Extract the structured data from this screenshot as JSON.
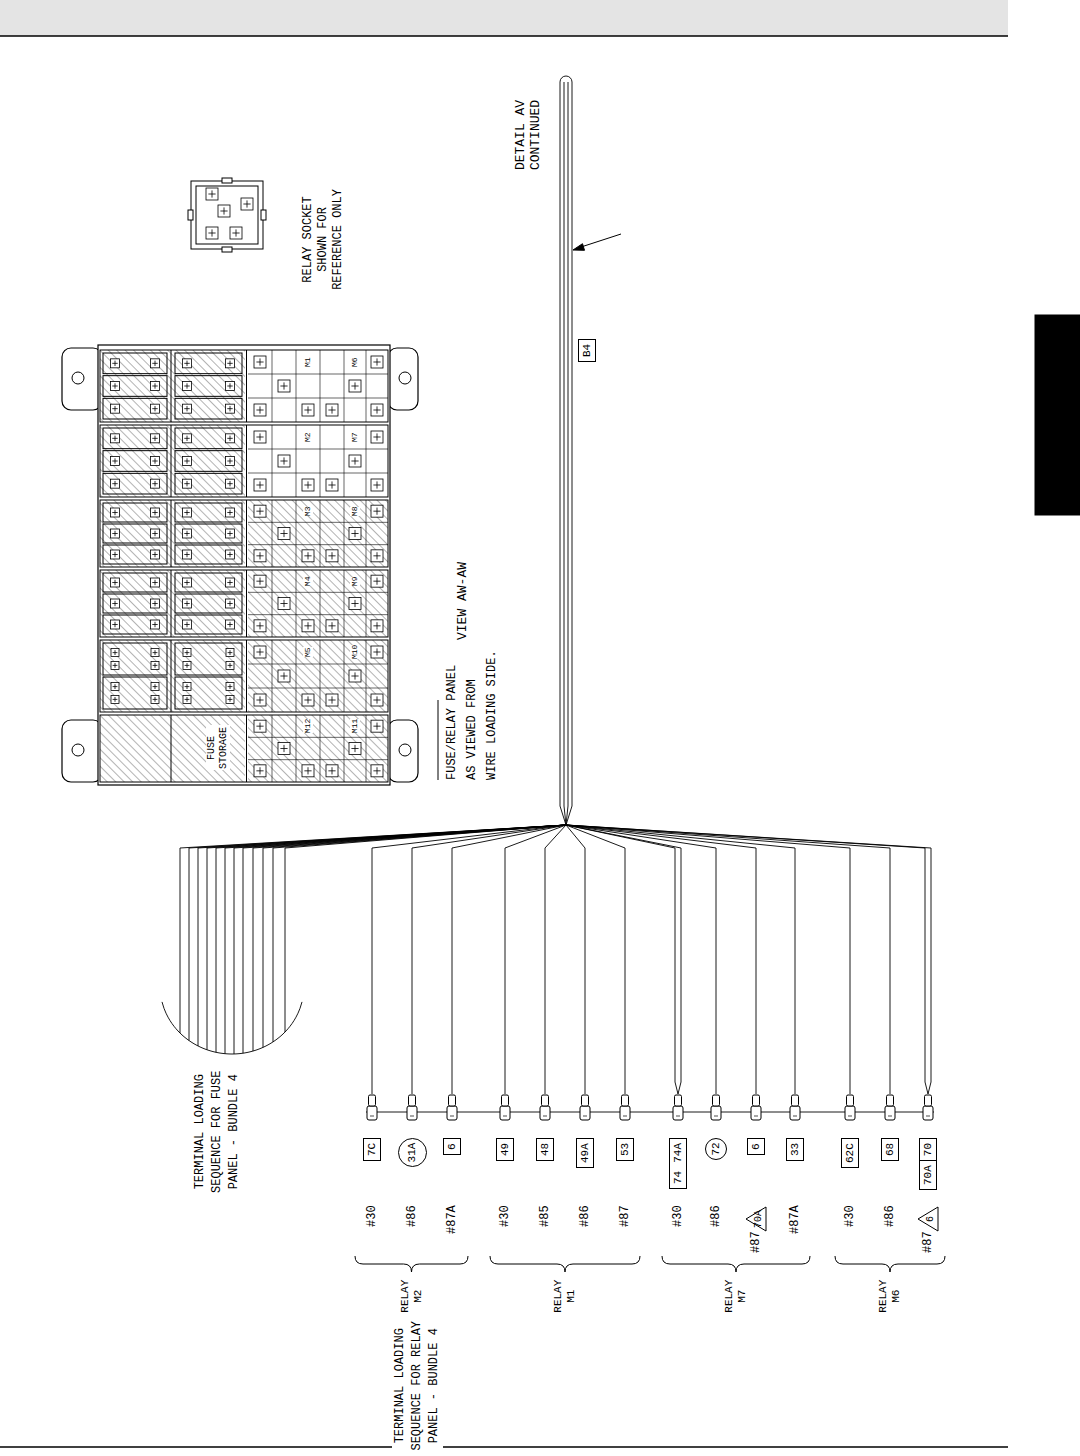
{
  "diagram": {
    "nodes": [
      {
        "text": [
          "B4"
        ]
      },
      {
        "text": [
          "7C"
        ]
      },
      {
        "text": [
          "31A"
        ]
      },
      {
        "text": [
          "6"
        ]
      },
      {
        "text": [
          "49"
        ]
      },
      {
        "text": [
          "48"
        ]
      },
      {
        "text": [
          "49A"
        ]
      },
      {
        "text": [
          "53"
        ]
      },
      {
        "text": [
          "74",
          "74A"
        ]
      },
      {
        "text": [
          "72"
        ]
      },
      {
        "text": [
          "70A"
        ]
      },
      {
        "text": [
          "6"
        ]
      },
      {
        "text": [
          "33"
        ]
      },
      {
        "text": [
          "62C"
        ]
      },
      {
        "text": [
          "68"
        ]
      },
      {
        "text": [
          "70A",
          "70"
        ]
      },
      {
        "text": [
          "6"
        ]
      }
    ],
    "labels": [
      "DETAIL AV CONTINUED",
      "RELAY SOCKET SHOWN FOR REFERENCE ONLY",
      "M1",
      "M6",
      "M2",
      "M7",
      "M3",
      "M8",
      "M4",
      "M9",
      "M5",
      "M10",
      "M12",
      "M11",
      "FUSE STORAGE",
      "VIEW AW-AW",
      "FUSE/RELAY PANEL AS VIEWED FROM WIRE LOADING SIDE.",
      "TERMINAL LOADING SEQUENCE FOR FUSE PANEL - BUNDLE 4",
      "#30",
      "#86",
      "#87A",
      "#30",
      "#85",
      "#86",
      "#87",
      "#30",
      "#86",
      "#87",
      "#87A",
      "#30",
      "#86",
      "#87",
      "RELAY M2",
      "RELAY M1",
      "RELAY M7",
      "RELAY M6",
      "TERMINAL LOADING SEQUENCE FOR RELAY PANEL - BUNDLE 4"
    ]
  }
}
